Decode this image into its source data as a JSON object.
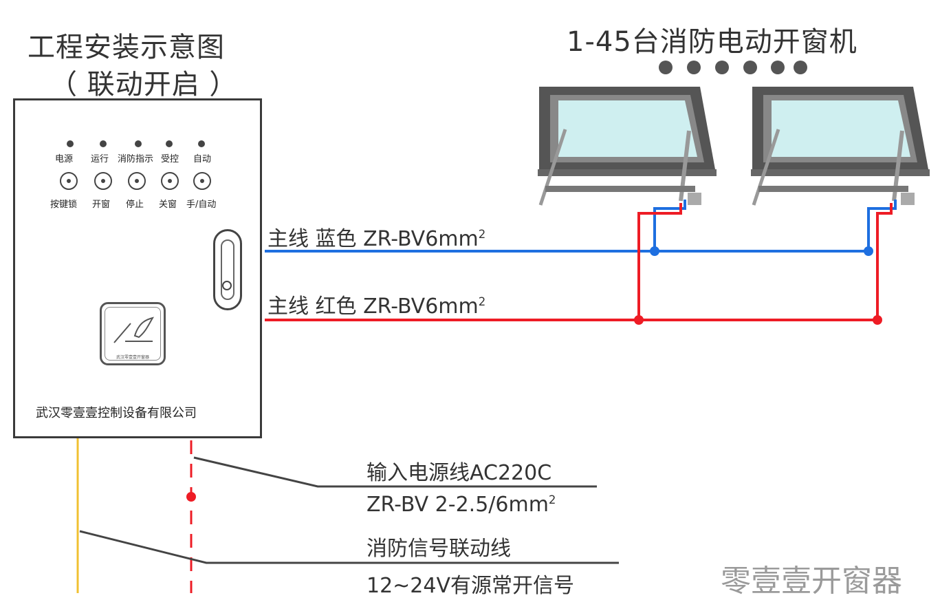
{
  "title": {
    "line1": "工程安装示意图",
    "line2": "（ 联动开启 ）"
  },
  "windows_title": "1-45台消防电动开窗机",
  "panel": {
    "indicators": [
      "电源",
      "运行",
      "消防指示",
      "受控",
      "自动"
    ],
    "buttons": [
      "按键锁",
      "开窗",
      "停止",
      "关窗",
      "手/自动"
    ],
    "logo_text": "武汉零壹壹开窗器",
    "company": "武汉零壹壹控制设备有限公司"
  },
  "wires": {
    "blue": {
      "prefix": "主线 蓝色 ZR-BV6mm",
      "sup": "2"
    },
    "red": {
      "prefix": "主线 红色 ZR-BV6mm",
      "sup": "2"
    }
  },
  "notes": {
    "power_line1": "输入电源线AC220C",
    "power_line2_prefix": "ZR-BV 2-2.5/6mm",
    "power_line2_sup": "2",
    "signal_line1": "消防信号联动线",
    "signal_line2": "12~24V有源常开信号"
  },
  "watermark": "零壹壹开窗器",
  "colors": {
    "blue_wire": "#1e6fe0",
    "red_wire": "#ee1c25",
    "yellow_wire": "#f0c030",
    "panel_border": "#3a3a3a"
  }
}
